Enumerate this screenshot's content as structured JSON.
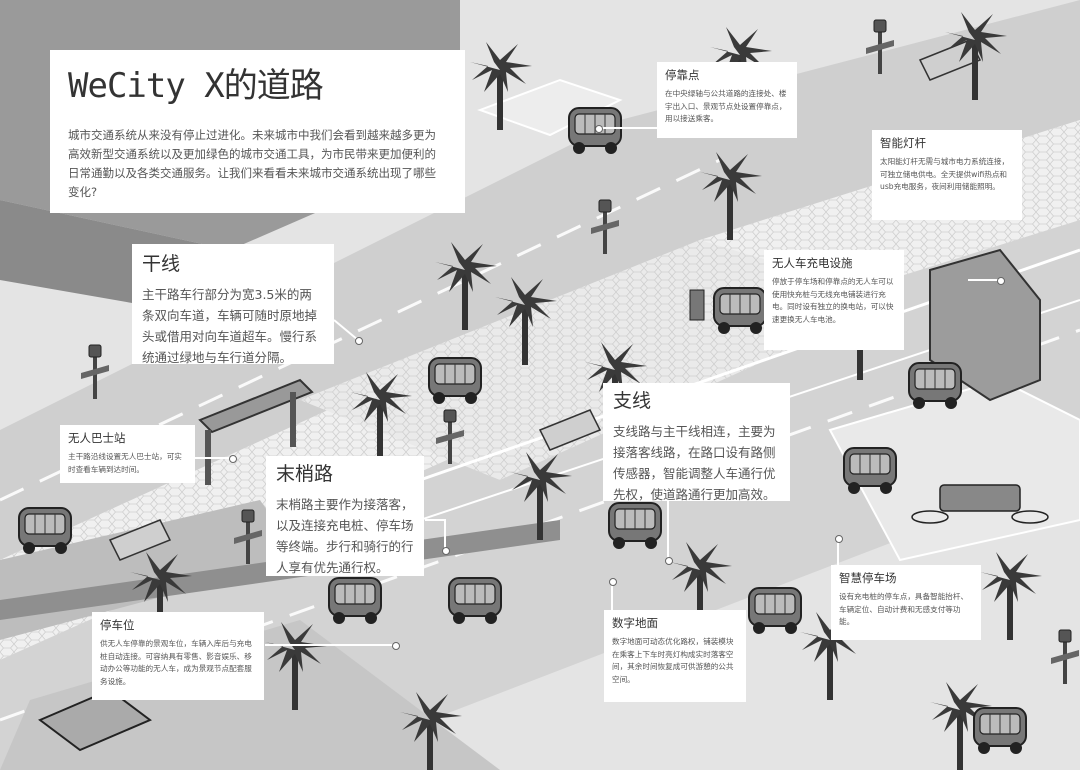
{
  "page": {
    "title": "WeCity X的道路",
    "intro": "城市交通系统从来没有停止过进化。未来城市中我们会看到越来越多更为高效新型交通系统以及更加绿色的城市交通工具，为市民带来更加便利的日常通勤以及各类交通服务。让我们来看看未来城市交通系统出现了哪些变化?"
  },
  "annotations": {
    "trunk": {
      "title": "干线",
      "body": "主干路车行部分为宽3.5米的两条双向车道，车辆可随时原地掉头或借用对向车道超车。慢行系统通过绿地与车行道分隔。"
    },
    "bus_stop": {
      "title": "无人巴士站",
      "body": "主干路沿线设置无人巴士站，可实时查看车辆到达时间。"
    },
    "tertiary": {
      "title": "末梢路",
      "body": "末梢路主要作为接落客，以及连接充电桩、停车场等终端。步行和骑行的行人享有优先通行权。"
    },
    "parking_space": {
      "title": "停车位",
      "body": "供无人车停靠的景观车位，车辆入库后与充电桩自动连接。可容纳具有零售、影音娱乐、移动办公等功能的无人车，成为景观节点配套服务设施。"
    },
    "stop_point": {
      "title": "停靠点",
      "body": "在中央绿轴与公共道路的连接处、楼宇出入口、景观节点处设置停靠点，用以接送乘客。"
    },
    "branch": {
      "title": "支线",
      "body": "支线路与主干线相连，主要为接落客线路，在路口设有路侧传感器，智能调整人车通行优先权，使道路通行更加高效。"
    },
    "digital_ground": {
      "title": "数字地面",
      "body": "数字地面可动态优化路权，铺装模块在乘客上下车时亮灯构成实时落客空间，其余时间恢复成可供游憩的公共空间。"
    },
    "smart_lamp": {
      "title": "智能灯杆",
      "body": "太阳能灯杆无需与城市电力系统连接，可独立储电供电。全天提供wifi热点和usb充电服务，夜间利用储能照明。"
    },
    "charging": {
      "title": "无人车充电设施",
      "body": "停放于停车场和停靠点的无人车可以使用快充桩与无线充电铺装进行充电。同时设有独立的换电站，可以快速更换无人车电池。"
    },
    "smart_parking": {
      "title": "智慧停车场",
      "body": "设有充电桩的停车点，具备智能抬杆、车辆定位、自动计费和无感支付等功能。"
    }
  },
  "colors": {
    "background": "#e6e6e6",
    "road": "#d4d4d4",
    "sidewalk": "#f2f2f2",
    "building": "#9a9a9a",
    "tree": "#3a3a3a",
    "card": "#ffffff"
  }
}
